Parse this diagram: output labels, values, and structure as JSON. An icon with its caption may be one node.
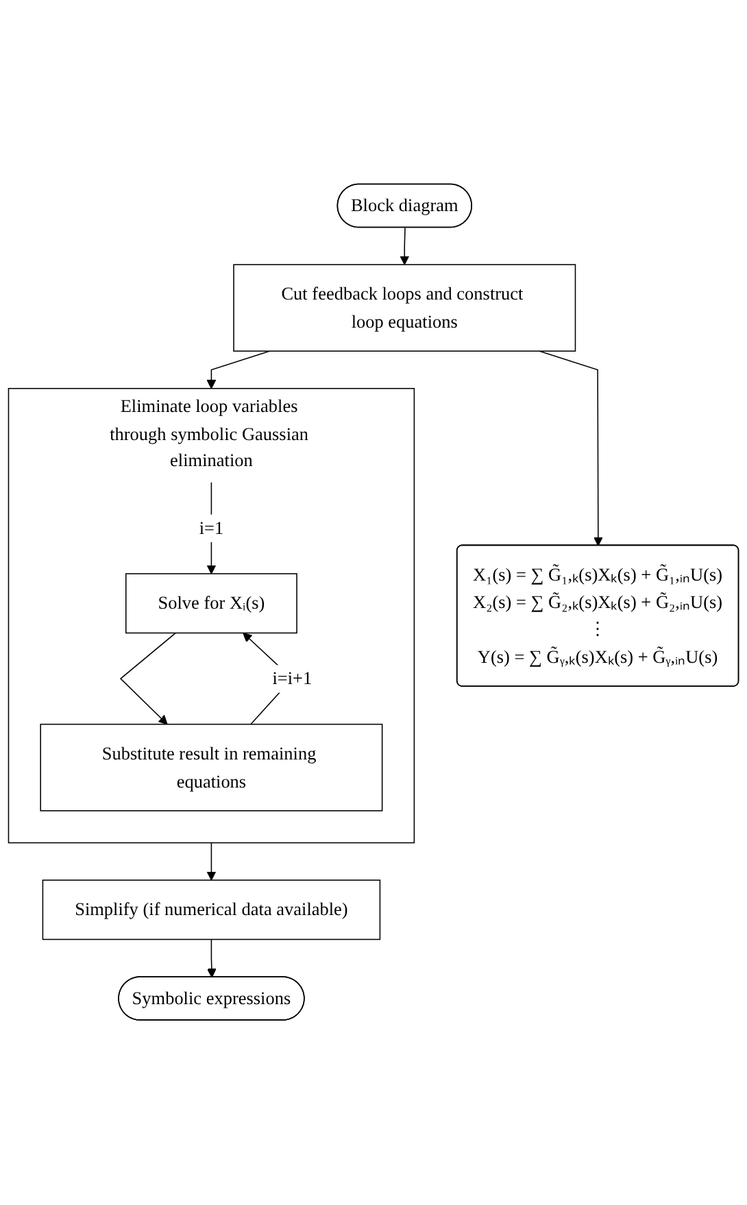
{
  "diagram": {
    "nodes": [
      {
        "text": [
          "Block diagram"
        ]
      },
      {
        "text": [
          "Cut feedback loops and construct loop equations"
        ]
      },
      {
        "text": [
          "X₁(s) = ∑ G̃₁,ₖ(s)Xₖ(s) + G̃₁,ᵢₙU(s)",
          "X₂(s) = ∑ G̃₂,ₖ(s)Xₖ(s) + G̃₂,ᵢₙU(s)",
          "⋮",
          "Y(s) = ∑ G̃ᵧ,ₖ(s)Xₖ(s) + G̃ᵧ,ᵢₙU(s)"
        ]
      },
      {
        "text": [
          "Eliminate loop variables through symbolic Gaussian elimination"
        ]
      },
      {
        "text": [
          "Solve for Xᵢ(s)"
        ],
        "in": 3
      },
      {
        "text": [
          "Substitute result in remaining equations"
        ],
        "in": 3
      },
      {
        "text": [
          "Simplify (if numerical data available)"
        ]
      },
      {
        "text": [
          "Symbolic expressions"
        ]
      }
    ],
    "edges": [
      {
        "from": 0,
        "to": 1,
        "arrow": "to"
      },
      {
        "from": 1,
        "to": 2,
        "arrow": "to"
      },
      {
        "from": 1,
        "to": 3,
        "arrow": "to"
      },
      {
        "from": null,
        "to": 4,
        "label": "i=1",
        "arrow": "to"
      },
      {
        "from": 4,
        "to": 5,
        "arrow": "to"
      },
      {
        "from": 5,
        "to": 4,
        "label": "i=i+1",
        "arrow": "to"
      },
      {
        "from": 3,
        "to": 6,
        "arrow": "to"
      },
      {
        "from": 6,
        "to": 7,
        "arrow": "to"
      }
    ]
  }
}
